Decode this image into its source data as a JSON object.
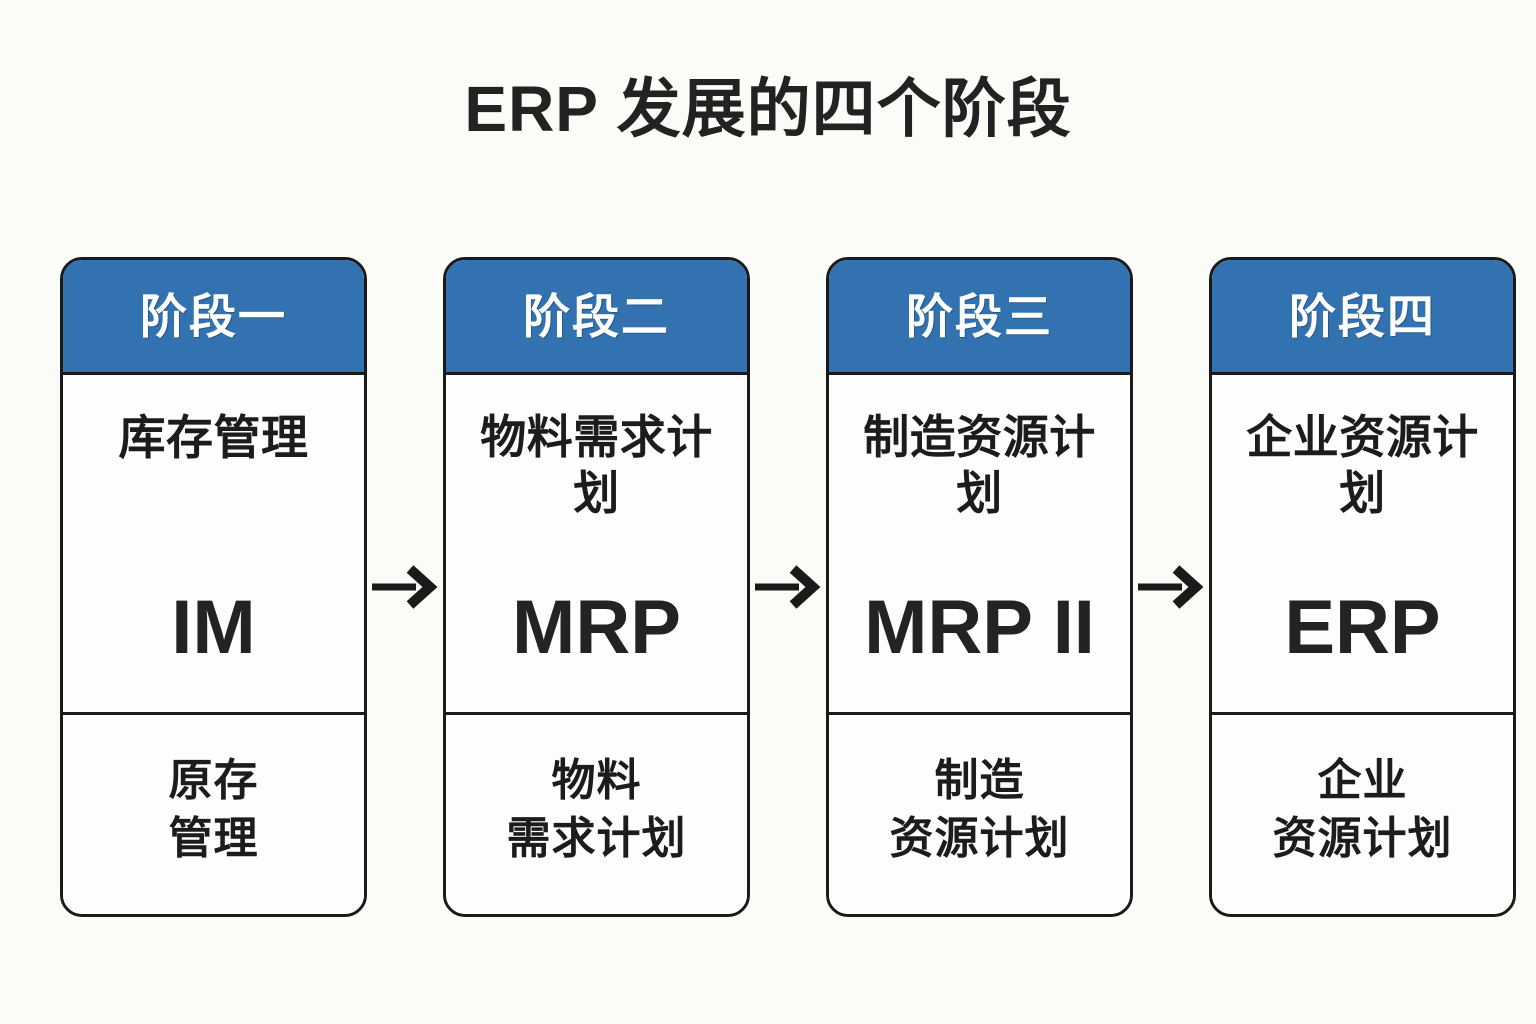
{
  "title": "ERP 发展的四个阶段",
  "colors": {
    "header_blue": "#3272b0",
    "outline": "#1a1a1a",
    "background": "#fbfbf7",
    "card_surface": "#fdfdfb",
    "text": "#1c1c1c",
    "header_text": "#ffffff"
  },
  "connector": {
    "icon": "arrow-right-icon",
    "count": 3
  },
  "stages": [
    {
      "header": "阶段一",
      "name_cn": "库存管理",
      "abbr": "IM",
      "footer_lines": [
        "原存",
        "管理"
      ]
    },
    {
      "header": "阶段二",
      "name_cn": "物料需求计划",
      "abbr": "MRP",
      "footer_lines": [
        "物料",
        "需求计划"
      ]
    },
    {
      "header": "阶段三",
      "name_cn": "制造资源计划",
      "abbr": "MRP II",
      "footer_lines": [
        "制造",
        "资源计划"
      ]
    },
    {
      "header": "阶段四",
      "name_cn": "企业资源计划",
      "abbr": "ERP",
      "footer_lines": [
        "企业",
        "资源计划"
      ]
    }
  ]
}
